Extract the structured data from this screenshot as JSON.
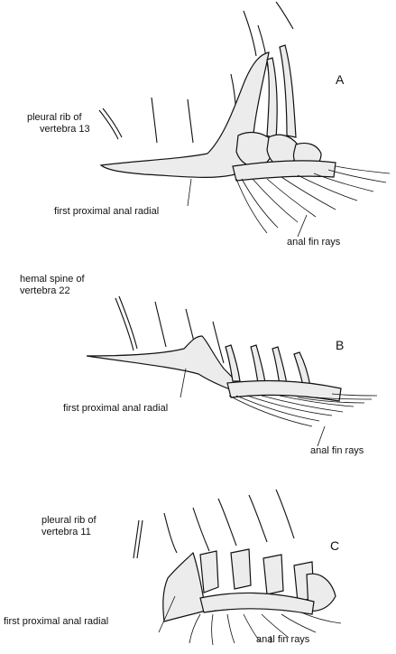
{
  "panels": {
    "a": {
      "letter": "A",
      "label_rib": "pleural rib of",
      "label_rib_2": "vertebra 13",
      "label_radial": "first proximal anal radial",
      "label_rays": "anal fin rays"
    },
    "b": {
      "letter": "B",
      "label_spine": "hemal spine of",
      "label_spine_2": "vertebra 22",
      "label_radial": "first proximal anal radial",
      "label_rays": "anal fin rays"
    },
    "c": {
      "letter": "C",
      "label_rib": "pleural rib of",
      "label_rib_2": "vertebra 11",
      "label_radial": "first proximal anal radial",
      "label_rays": "anal fin rays"
    }
  }
}
